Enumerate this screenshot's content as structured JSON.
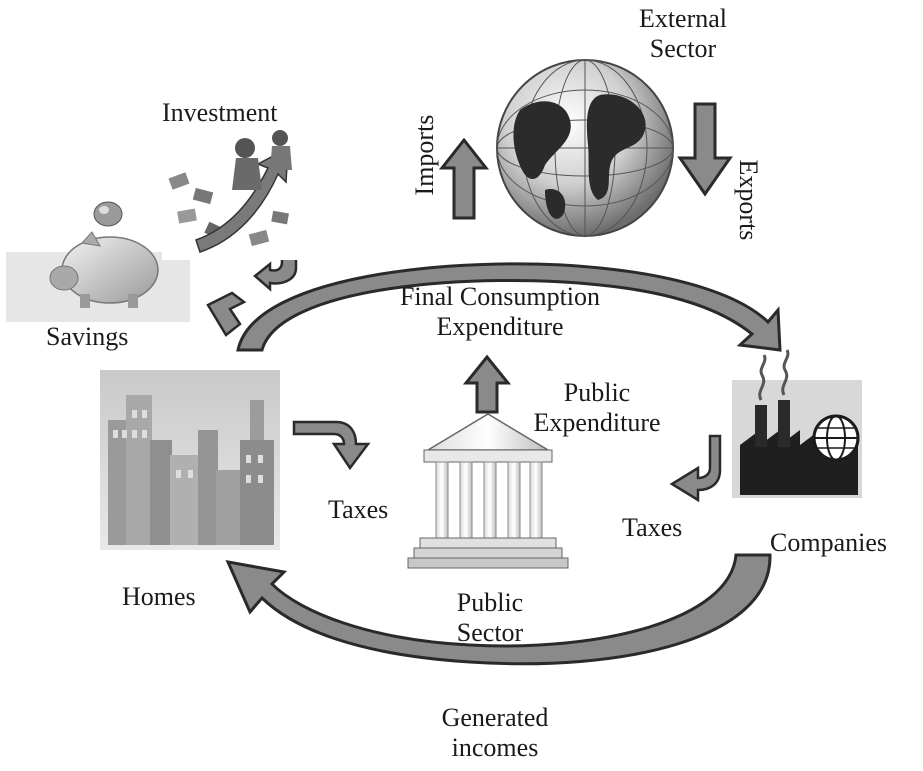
{
  "labels": {
    "external_sector": [
      "External",
      "Sector"
    ],
    "imports": "Imports",
    "exports": "Exports",
    "investment": "Investment",
    "savings": "Savings",
    "final_consumption": [
      "Final Consumption",
      "Expenditure"
    ],
    "public_expenditure": [
      "Public",
      "Expenditure"
    ],
    "taxes_homes": "Taxes",
    "taxes_companies": "Taxes",
    "companies": "Companies",
    "homes": "Homes",
    "public_sector": [
      "Public",
      "Sector"
    ],
    "generated_incomes": [
      "Generated",
      "incomes"
    ]
  },
  "colors": {
    "arrow_fill": "#8a8a8a",
    "arrow_stroke": "#2a2a2a",
    "text": "#1a1a1a"
  },
  "icons": [
    "globe-icon",
    "piggy-bank-icon",
    "investment-chart-icon",
    "city-buildings-icon",
    "public-building-icon",
    "factory-icon"
  ]
}
